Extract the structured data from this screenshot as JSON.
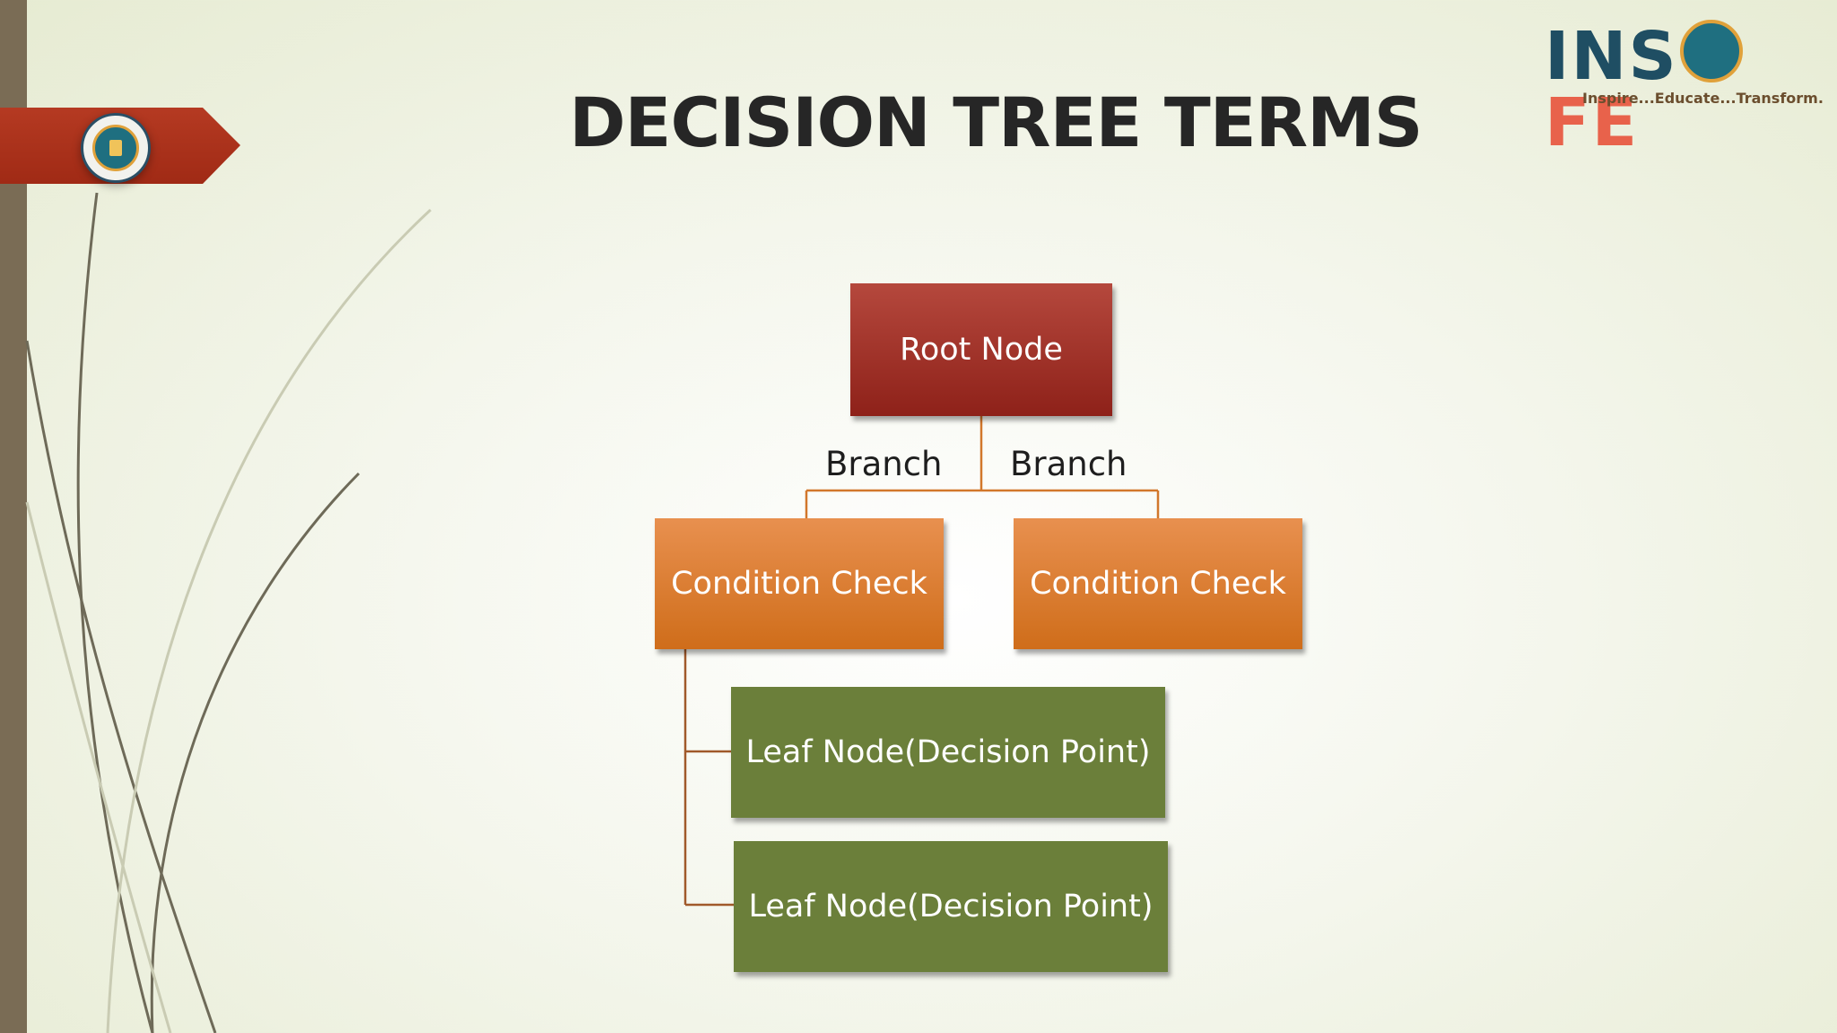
{
  "slide": {
    "title": "DECISION TREE TERMS"
  },
  "logo": {
    "word_start": "INS",
    "word_end_f": "F",
    "word_end_e": "E",
    "tagline": "Inspire...Educate...Transform."
  },
  "diagram": {
    "root": "Root Node",
    "branches": [
      "Branch",
      "Branch"
    ],
    "conditions": [
      "Condition Check",
      "Condition Check"
    ],
    "leaves": [
      "Leaf Node(Decision Point)",
      "Leaf Node(Decision Point)"
    ]
  },
  "colors": {
    "root": "#9e2f25",
    "condition": "#dd7a2e",
    "leaf": "#6b7f3a",
    "connector": "#d2772b",
    "leaf_connector": "#a0592a",
    "ribbon": "#a02a15",
    "logo_blue": "#1f4e63",
    "logo_orange": "#e8624b"
  }
}
